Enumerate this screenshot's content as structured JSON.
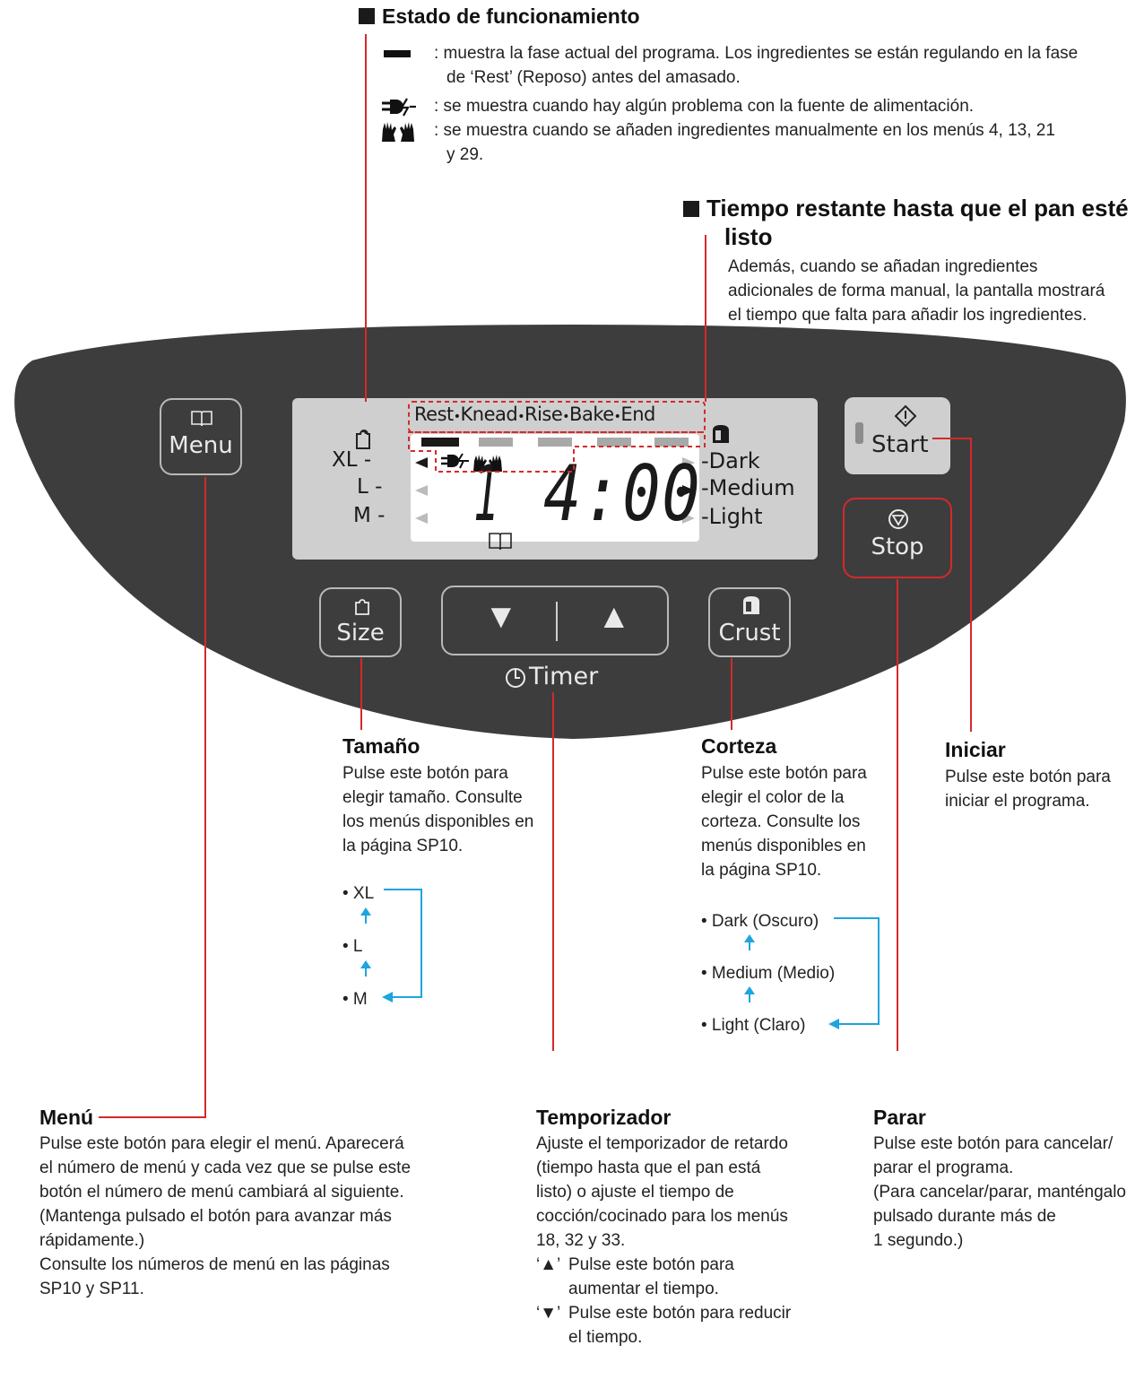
{
  "status": {
    "heading": "Estado de funcionamiento",
    "items": [
      {
        "icon": "phase-bar-icon",
        "line1": ": muestra la fase actual del programa. Los ingredientes se están regulando en la fase",
        "line2": "de ‘Rest’ (Reposo) antes del amasado."
      },
      {
        "icon": "power-problem-icon",
        "line1": ": se muestra cuando hay algún problema con la fuente de alimentación.",
        "line2": ""
      },
      {
        "icon": "hands-icon",
        "line1": ": se muestra cuando se añaden ingredientes manualmente en los menús 4, 13, 21",
        "line2": "y 29."
      }
    ]
  },
  "remaining": {
    "heading_l1": "Tiempo restante hasta que el pan esté",
    "heading_l2": "listo",
    "lines": [
      "Además, cuando se añadan ingredientes",
      "adicionales de forma manual, la pantalla mostrará",
      "el tiempo que falta para añadir los ingredientes."
    ]
  },
  "panel": {
    "menu_label": "Menu",
    "start_label": "Start",
    "stop_label": "Stop",
    "size_label": "Size",
    "crust_label": "Crust",
    "timer_label": "Timer",
    "down_arrow": "▼",
    "up_arrow": "▲",
    "phases": [
      "Rest",
      "Knead",
      "Rise",
      "Bake",
      "End"
    ],
    "phase_sep": "•",
    "size_marks": [
      "XL -",
      "L -",
      "M -"
    ],
    "crust_marks": [
      "-Dark",
      "-Medium",
      "-Light"
    ],
    "menu_number": "1",
    "time": "4:00"
  },
  "size": {
    "heading": "Tamaño",
    "lines": [
      "Pulse este botón para",
      "elegir tamaño. Consulte",
      "los menús disponibles en",
      "la página SP10."
    ],
    "options": [
      "• XL",
      "• L",
      "• M"
    ]
  },
  "crust": {
    "heading": "Corteza",
    "lines": [
      "Pulse este botón para",
      "elegir el color de la",
      "corteza. Consulte los",
      "menús disponibles en",
      "la página SP10."
    ],
    "options": [
      "• Dark (Oscuro)",
      "• Medium (Medio)",
      "• Light (Claro)"
    ]
  },
  "start": {
    "heading": "Iniciar",
    "lines": [
      "Pulse este botón para",
      "iniciar el programa."
    ]
  },
  "menu": {
    "heading": "Menú",
    "lines": [
      "Pulse este botón para elegir el menú. Aparecerá",
      "el número de menú y cada vez que se pulse este",
      "botón el número de menú cambiará al siguiente.",
      "(Mantenga pulsado el botón para avanzar más",
      "rápidamente.)",
      "Consulte los números de menú en las páginas",
      "SP10 y SP11."
    ]
  },
  "timer": {
    "heading": "Temporizador",
    "lines": [
      "Ajuste el temporizador de retardo",
      "(tiempo hasta que el pan está",
      "listo) o ajuste el tiempo de",
      "cocción/cocinado para los menús",
      "18, 32 y 33."
    ],
    "up_key": "‘▲’",
    "up_l1": "Pulse este botón para",
    "up_l2": "aumentar el tiempo.",
    "down_key": "‘▼’",
    "down_l1": "Pulse este botón para reducir",
    "down_l2": "el tiempo."
  },
  "stop": {
    "heading": "Parar",
    "lines": [
      "Pulse este botón para cancelar/",
      "parar el programa.",
      "(Para cancelar/parar, manténgalo",
      "pulsado durante más de",
      "1 segundo.)"
    ]
  },
  "colors": {
    "panel": "#3d3d3d",
    "lcd": "#cfcfcf",
    "callout": "#d42a2a",
    "arrow": "#1ea4de"
  }
}
